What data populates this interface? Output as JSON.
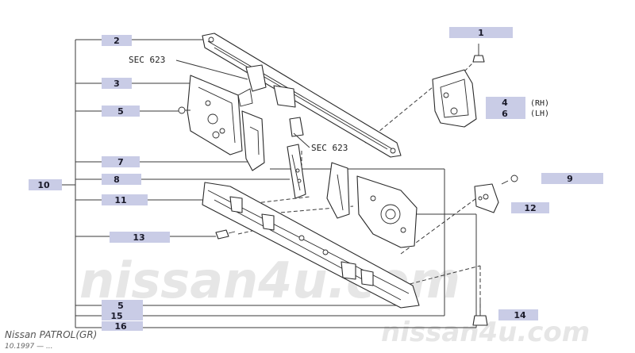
{
  "watermark": {
    "center": "nissan4u.com",
    "corner": "nissan4u.com"
  },
  "footer": {
    "model": "Nissan PATROL(GR)",
    "date": "10.1997 — ..."
  },
  "section_refs": [
    "SEC 623",
    "SEC 623"
  ],
  "callouts": [
    {
      "id": "1",
      "label": "1"
    },
    {
      "id": "2",
      "label": "2"
    },
    {
      "id": "3",
      "label": "3"
    },
    {
      "id": "4",
      "label": "4"
    },
    {
      "id": "5a",
      "label": "5"
    },
    {
      "id": "6",
      "label": "6"
    },
    {
      "id": "7",
      "label": "7"
    },
    {
      "id": "8",
      "label": "8"
    },
    {
      "id": "9",
      "label": "9"
    },
    {
      "id": "10",
      "label": "10"
    },
    {
      "id": "11",
      "label": "11"
    },
    {
      "id": "12",
      "label": "12"
    },
    {
      "id": "13",
      "label": "13"
    },
    {
      "id": "14",
      "label": "14"
    },
    {
      "id": "5b",
      "label": "5"
    },
    {
      "id": "15",
      "label": "15"
    },
    {
      "id": "16",
      "label": "16"
    }
  ],
  "side_labels": {
    "rh": "(RH)",
    "lh": "(LH)"
  }
}
